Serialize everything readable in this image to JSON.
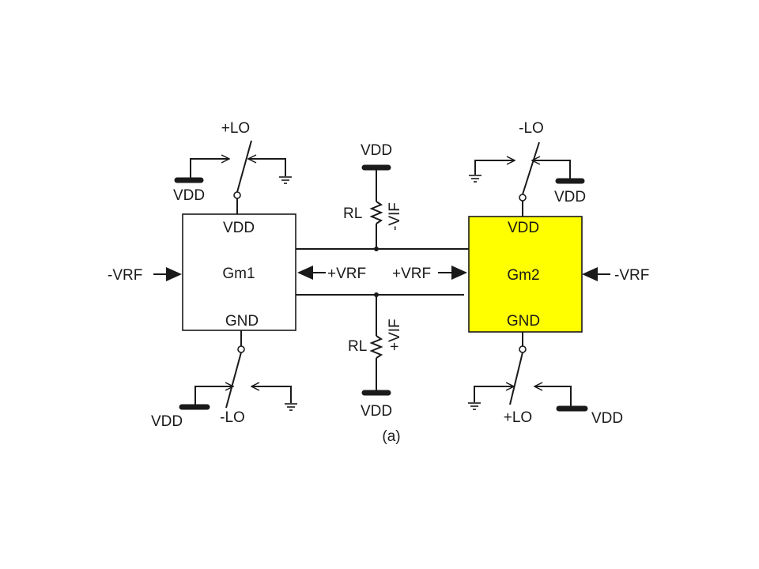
{
  "caption": "(a)",
  "colors": {
    "gm2_fill": "#ffff00",
    "stroke": "#1a1a1a",
    "background": "#ffffff"
  },
  "gm1": {
    "name": "Gm1",
    "vdd": "VDD",
    "gnd": "GND",
    "input_label": "-VRF"
  },
  "gm2": {
    "name": "Gm2",
    "vdd": "VDD",
    "gnd": "GND",
    "input_label": "-VRF"
  },
  "center": {
    "top_supply": "VDD",
    "bottom_supply": "VDD",
    "top_resistor": "RL",
    "bottom_resistor": "RL",
    "top_output": "-VIF",
    "bottom_output": "+VIF",
    "left_input": "+VRF",
    "right_input": "+VRF"
  },
  "switches": {
    "gm1_top": {
      "lo": "+LO",
      "supply": "VDD"
    },
    "gm1_bottom": {
      "lo": "-LO",
      "supply": "VDD"
    },
    "gm2_top": {
      "lo": "-LO",
      "supply": "VDD"
    },
    "gm2_bottom": {
      "lo": "+LO",
      "supply": "VDD"
    }
  }
}
